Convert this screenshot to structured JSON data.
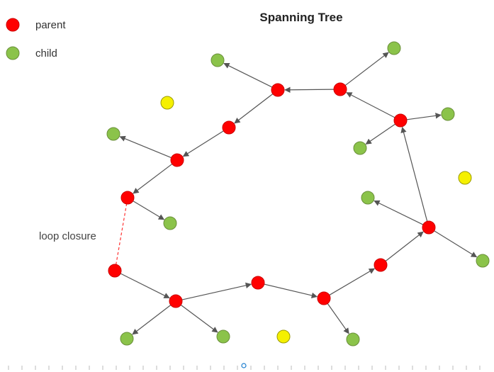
{
  "title": "Spanning Tree",
  "legend": [
    {
      "label": "parent",
      "color": "#ff0000"
    },
    {
      "label": "child",
      "color": "#8bc34a"
    }
  ],
  "annotation": "loop closure",
  "colors": {
    "parent": "#ff0000",
    "child": "#8bc34a",
    "other": "#f5f000",
    "edge": "#555555",
    "loop": "#ff3333"
  }
}
